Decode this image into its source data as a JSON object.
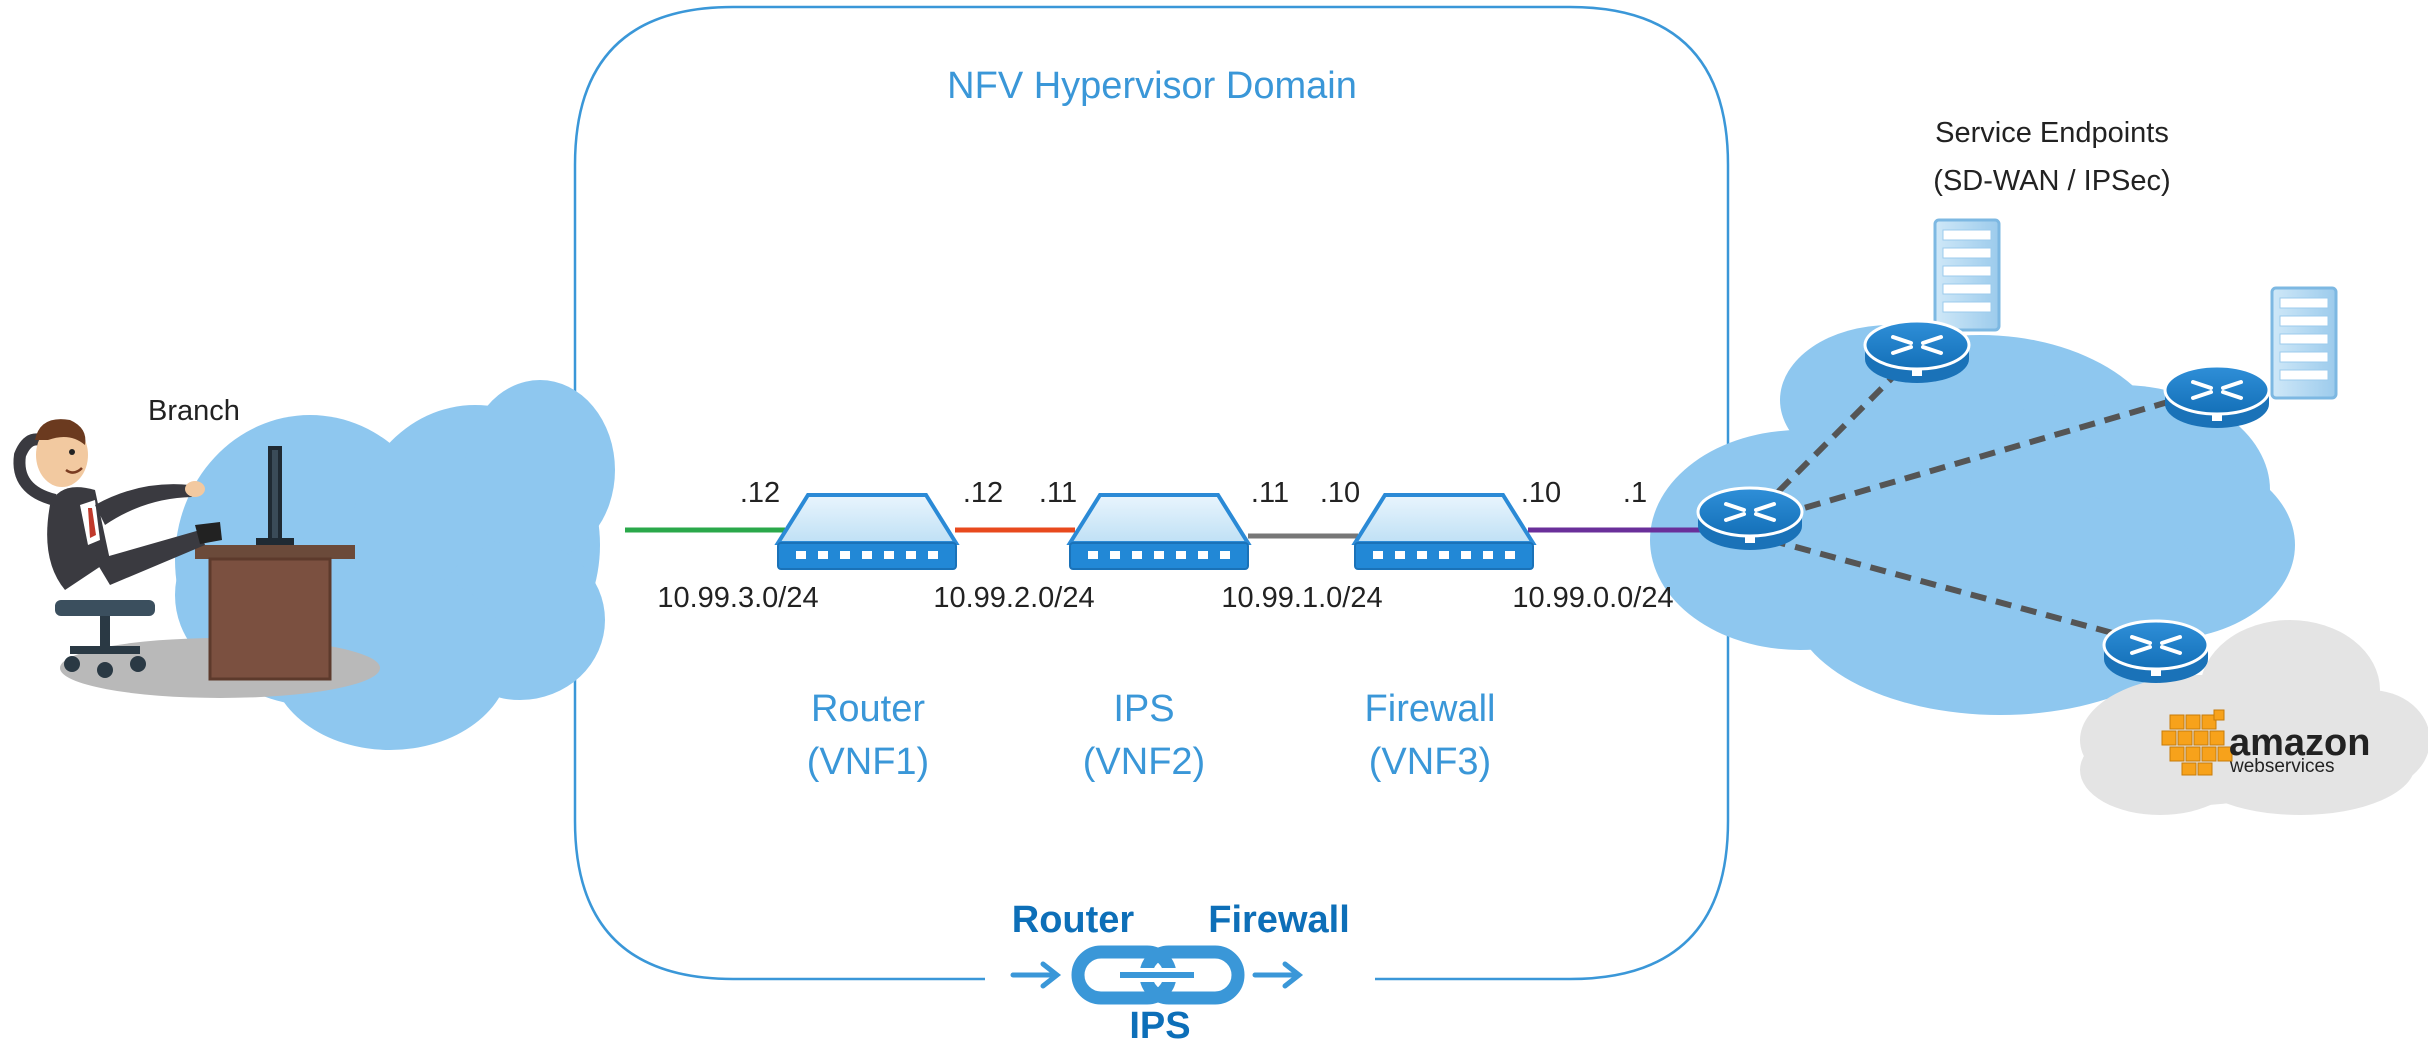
{
  "domain_title": "NFV Hypervisor Domain",
  "branch_label": "Branch",
  "service_endpoints": {
    "line1": "Service Endpoints",
    "line2": "(SD-WAN / IPSec)"
  },
  "interfaces": {
    "router_in": ".12",
    "router_out": ".12",
    "ips_in": ".11",
    "ips_out": ".11",
    "fw_in": ".10",
    "fw_out": ".10",
    "gateway": ".1"
  },
  "subnets": [
    "10.99.3.0/24",
    "10.99.2.0/24",
    "10.99.1.0/24",
    "10.99.0.0/24"
  ],
  "vnfs": [
    {
      "name": "Router",
      "id": "(VNF1)"
    },
    {
      "name": "IPS",
      "id": "(VNF2)"
    },
    {
      "name": "Firewall",
      "id": "(VNF3)"
    }
  ],
  "chain": {
    "left": "Router",
    "right": "Firewall",
    "bottom": "IPS"
  },
  "aws": {
    "word": "amazon",
    "sub": "webservices"
  },
  "colors": {
    "domain_border": "#3a97d8",
    "link_green": "#2aa84a",
    "link_orange": "#e8491d",
    "link_gray": "#777777",
    "link_purple": "#6a2f9a",
    "cloud": "#8ec7ef",
    "aws_cloud": "#e4e4e4",
    "aws_orange": "#f7a21b"
  },
  "icons": [
    "person-at-desk-icon",
    "vnf-switch-icon",
    "router-icon",
    "server-icon",
    "chain-link-icon",
    "aws-logo-icon"
  ]
}
